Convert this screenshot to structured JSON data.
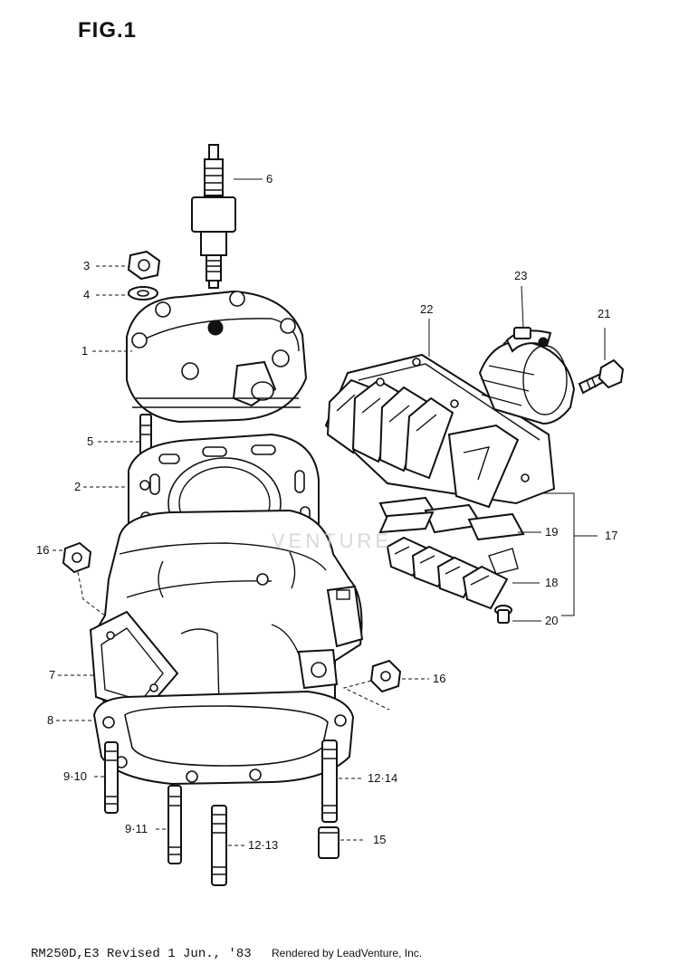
{
  "figure": {
    "title": "FIG.1"
  },
  "footer": {
    "left": "RM250D,E3 Revised 1 Jun., '83",
    "right": "Rendered by LeadVenture, Inc."
  },
  "watermark": {
    "text": "VENTURE"
  },
  "callouts": [
    {
      "id": "1",
      "label": "1"
    },
    {
      "id": "2",
      "label": "2"
    },
    {
      "id": "3",
      "label": "3"
    },
    {
      "id": "4",
      "label": "4"
    },
    {
      "id": "5",
      "label": "5"
    },
    {
      "id": "6",
      "label": "6"
    },
    {
      "id": "7",
      "label": "7"
    },
    {
      "id": "8",
      "label": "8"
    },
    {
      "id": "9-10",
      "label": "9·10"
    },
    {
      "id": "9-11",
      "label": "9·11"
    },
    {
      "id": "12-13",
      "label": "12·13"
    },
    {
      "id": "12-14",
      "label": "12·14"
    },
    {
      "id": "15",
      "label": "15"
    },
    {
      "id": "16a",
      "label": "16"
    },
    {
      "id": "16b",
      "label": "16"
    },
    {
      "id": "17",
      "label": "17"
    },
    {
      "id": "18",
      "label": "18"
    },
    {
      "id": "19",
      "label": "19"
    },
    {
      "id": "20",
      "label": "20"
    },
    {
      "id": "21",
      "label": "21"
    },
    {
      "id": "22",
      "label": "22"
    },
    {
      "id": "23",
      "label": "23"
    }
  ],
  "colors": {
    "ink": "#111111",
    "paper": "#ffffff",
    "watermark": "#c8c8c8"
  }
}
